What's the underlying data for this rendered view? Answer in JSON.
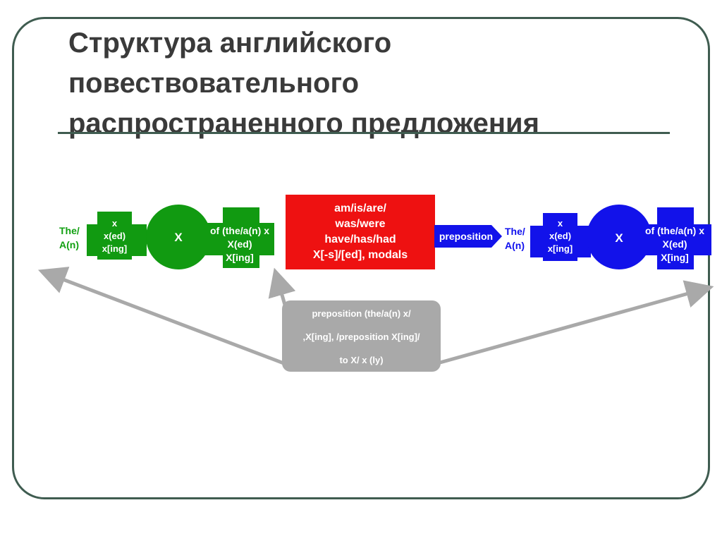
{
  "title": {
    "lines": [
      "Структура английского",
      "повествовательного",
      "распространенного предложения"
    ]
  },
  "left_group": {
    "determiner": [
      "The/",
      "A(n)"
    ],
    "premodifier": [
      "x",
      "x(ed)",
      "x[ing]"
    ],
    "head": "X",
    "postmodifier": [
      "of (the/a(n) x",
      "X(ed)",
      "X[ing]"
    ]
  },
  "verb_box": {
    "lines": [
      "am/is/are/",
      "was/were",
      "have/has/had",
      "X[-s]/[ed], modals"
    ]
  },
  "preposition_arrow": {
    "label": "preposition"
  },
  "right_group": {
    "determiner": [
      "The/",
      "A(n)"
    ],
    "premodifier": [
      "x",
      "x(ed)",
      "x[ing]"
    ],
    "head": "X",
    "postmodifier": [
      "of (the/a(n) x",
      "X(ed)",
      "X[ing]"
    ]
  },
  "adverbial_box": {
    "lines": [
      "preposition (the/a(n) x/",
      ",X[ing], /preposition X[ing]/",
      "to X/ x (ly)"
    ]
  },
  "colors": {
    "frame": "#3f5c50",
    "title": "#3a3a3a",
    "left_group": "#119a11",
    "right_group": "#1212ea",
    "verb_box": "#ee1111",
    "adverbial_box": "#a9a9a9",
    "arrows": "#a9a9a9"
  }
}
